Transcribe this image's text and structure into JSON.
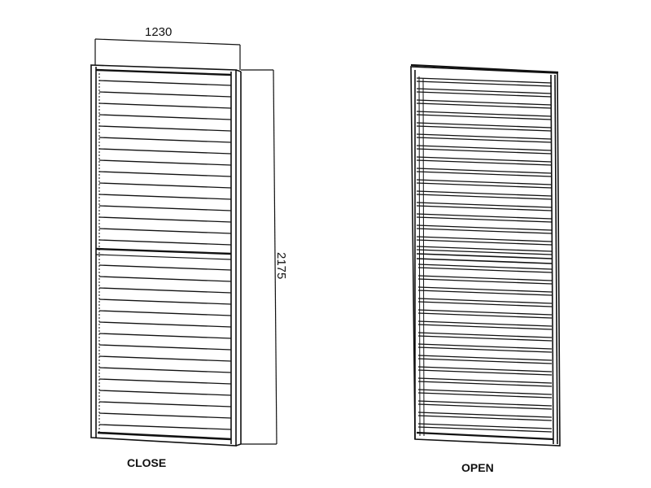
{
  "diagram": {
    "type": "technical-drawing",
    "subject": "louvred shutter panel",
    "views": [
      {
        "id": "closed",
        "label": "CLOSE",
        "state": "louvres closed",
        "upper_slats": 15,
        "lower_slats": 16,
        "has_mid_rail": true
      },
      {
        "id": "open",
        "label": "OPEN",
        "state": "louvres open",
        "upper_slats": 16,
        "lower_slats": 16,
        "has_mid_rail": true
      }
    ],
    "dimensions": {
      "width": "1230",
      "height": "2175"
    },
    "colors": {
      "line": "#111111",
      "background": "#ffffff"
    }
  }
}
